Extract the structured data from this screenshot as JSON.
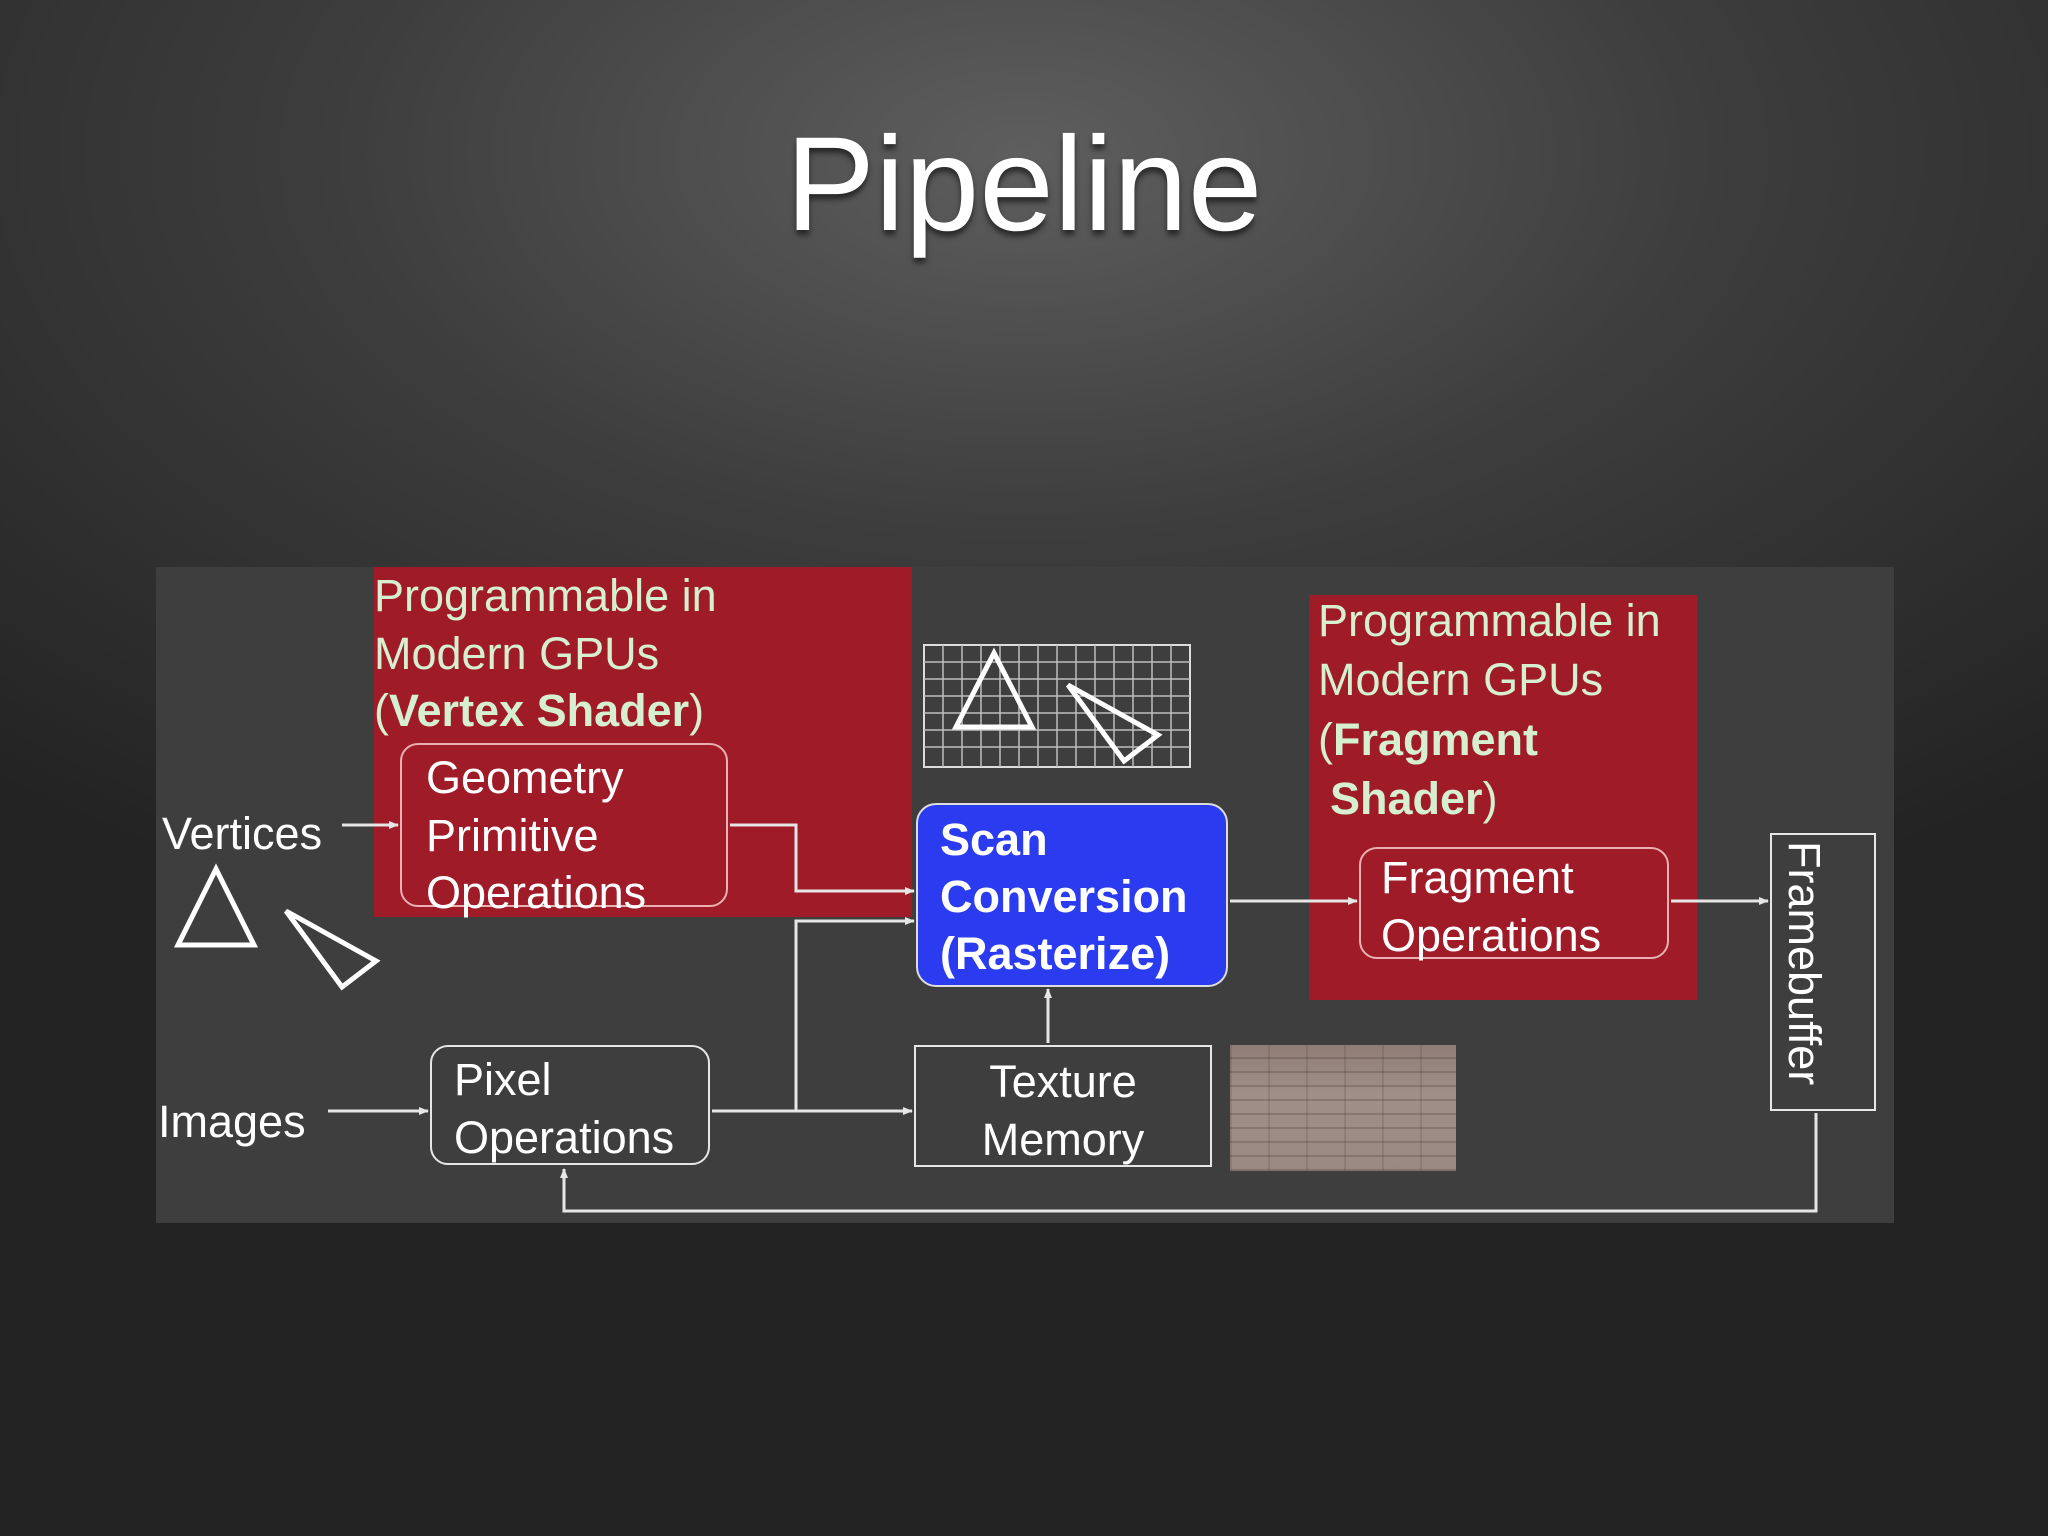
{
  "slide": {
    "title": "Pipeline"
  },
  "diagram": {
    "vertex_region": {
      "line1": "Programmable in",
      "line2": "Modern GPUs",
      "line3_open": "(",
      "line3_bold": "Vertex Shader",
      "line3_close": ")"
    },
    "fragment_region": {
      "line1": "Programmable in",
      "line2": "Modern GPUs",
      "line3_open": "(",
      "line3_bold": "Fragment",
      "line4_bold": "Shader",
      "line4_close": ")"
    },
    "inputs": {
      "vertices": "Vertices",
      "images": "Images"
    },
    "boxes": {
      "geometry": [
        "Geometry",
        "Primitive",
        "Operations"
      ],
      "pixel": [
        "Pixel",
        "Operations"
      ],
      "scan": [
        "Scan",
        "Conversion",
        "(Rasterize)"
      ],
      "texture": [
        "Texture",
        "Memory"
      ],
      "fragment": [
        "Fragment",
        "Operations"
      ],
      "framebuffer": "Framebuffer"
    },
    "colors": {
      "programmable_region": "#9e1b27",
      "scan_conversion": "#2b3cf0",
      "programmable_text": "#d6f0cf",
      "diagram_background": "#3e3e3e"
    }
  }
}
